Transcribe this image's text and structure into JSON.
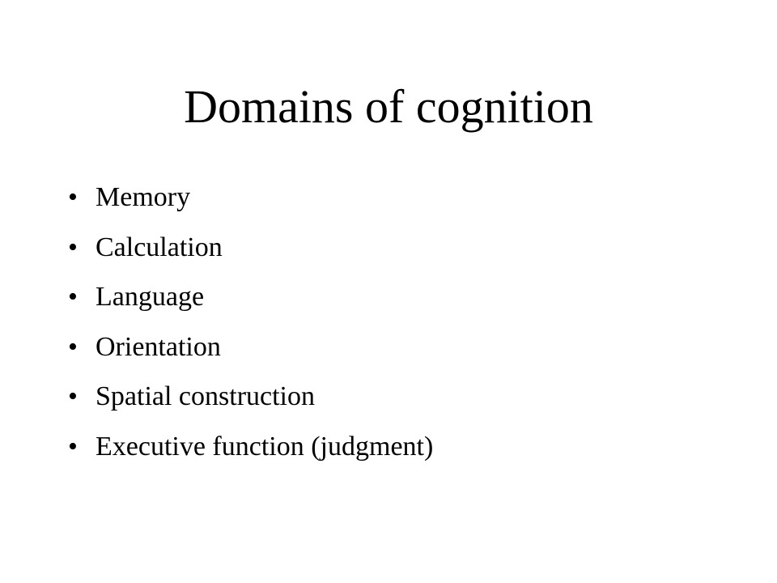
{
  "slide": {
    "title": "Domains of cognition",
    "bullet_glyph": "•",
    "items": [
      {
        "label": "Memory"
      },
      {
        "label": "Calculation"
      },
      {
        "label": "Language"
      },
      {
        "label": "Orientation"
      },
      {
        "label": "Spatial construction"
      },
      {
        "label": "Executive function (judgment)"
      }
    ]
  },
  "colors": {
    "background": "#ffffff",
    "text": "#000000"
  }
}
